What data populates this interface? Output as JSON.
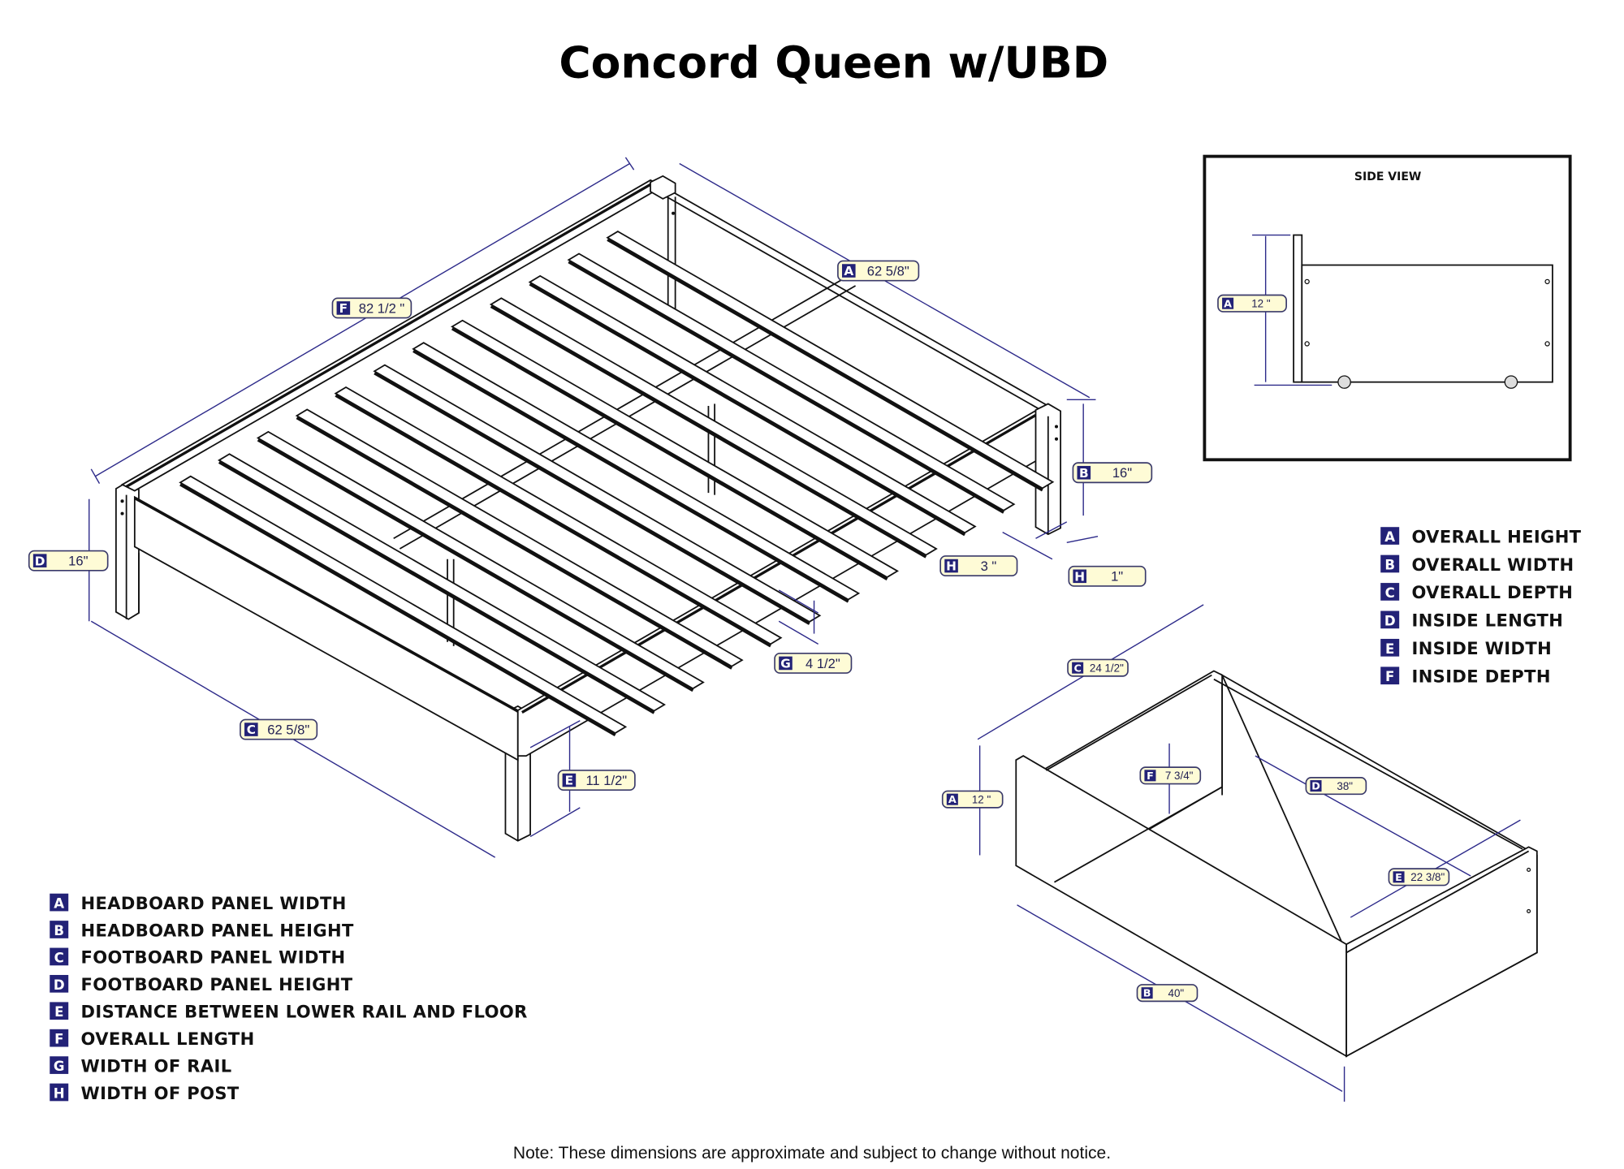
{
  "title": "Concord Queen w/UBD",
  "note": "Note:  These dimensions are approximate and subject to change without notice.",
  "side_view": {
    "title": "SIDE VIEW",
    "dimension": {
      "letter": "A",
      "value": "12 \""
    }
  },
  "bed_dimensions": [
    {
      "letter": "A",
      "value": "62 5/8\""
    },
    {
      "letter": "F",
      "value": "82 1/2 \""
    },
    {
      "letter": "B",
      "value": "16\""
    },
    {
      "letter": "D",
      "value": "16\""
    },
    {
      "letter": "H",
      "value": "3 \""
    },
    {
      "letter": "H",
      "value": "1\""
    },
    {
      "letter": "G",
      "value": "4 1/2\""
    },
    {
      "letter": "C",
      "value": "62 5/8\""
    },
    {
      "letter": "E",
      "value": "11 1/2\""
    }
  ],
  "drawer_dimensions": [
    {
      "letter": "C",
      "value": "24 1/2\""
    },
    {
      "letter": "F",
      "value": "7 3/4\""
    },
    {
      "letter": "D",
      "value": "38\""
    },
    {
      "letter": "A",
      "value": "12 \""
    },
    {
      "letter": "E",
      "value": "22 3/8\""
    },
    {
      "letter": "B",
      "value": "40\""
    }
  ],
  "bed_legend": [
    {
      "letter": "A",
      "label": "HEADBOARD PANEL WIDTH"
    },
    {
      "letter": "B",
      "label": "HEADBOARD PANEL HEIGHT"
    },
    {
      "letter": "C",
      "label": "FOOTBOARD PANEL WIDTH"
    },
    {
      "letter": "D",
      "label": "FOOTBOARD PANEL HEIGHT"
    },
    {
      "letter": "E",
      "label": "DISTANCE BETWEEN LOWER RAIL AND FLOOR"
    },
    {
      "letter": "F",
      "label": "OVERALL LENGTH"
    },
    {
      "letter": "G",
      "label": "WIDTH OF RAIL"
    },
    {
      "letter": "H",
      "label": "WIDTH OF POST"
    }
  ],
  "drawer_legend": [
    {
      "letter": "A",
      "label": "OVERALL HEIGHT"
    },
    {
      "letter": "B",
      "label": "OVERALL WIDTH"
    },
    {
      "letter": "C",
      "label": "OVERALL DEPTH"
    },
    {
      "letter": "D",
      "label": "INSIDE LENGTH"
    },
    {
      "letter": "E",
      "label": "INSIDE WIDTH"
    },
    {
      "letter": "F",
      "label": "INSIDE DEPTH"
    }
  ],
  "colors": {
    "dimension_line": "#2d2a8a",
    "tag_fill": "#fefbd6",
    "letter_badge": "#232277"
  }
}
